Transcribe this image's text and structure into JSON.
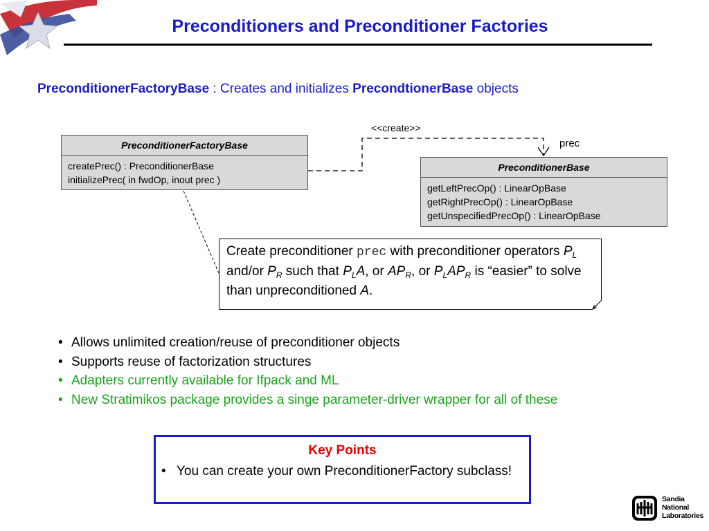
{
  "slide": {
    "title": "Preconditioners and Preconditioner Factories",
    "subtitle": {
      "class1": "PreconditionerFactoryBase",
      "text1": " : Creates and initializes ",
      "class2": "PrecondtionerBase",
      "text2": " objects"
    }
  },
  "diagram": {
    "factory_class": {
      "name": "PreconditionerFactoryBase",
      "methods": [
        "createPrec() : PreconditionerBase",
        "initializePrec( in fwdOp, inout prec )"
      ]
    },
    "base_class": {
      "name": "PreconditionerBase",
      "methods": [
        "getLeftPrecOp() : LinearOpBase",
        "getRightPrecOp() : LinearOpBase",
        "getUnspecifiedPrecOp() : LinearOpBase"
      ]
    },
    "create_label": "<<create>>",
    "prec_label": "prec",
    "note": {
      "t1": "Create preconditioner ",
      "code": "prec",
      "t2": " with preconditioner operators ",
      "p": "P",
      "sub_l": "L",
      "t3": " and/or ",
      "sub_r": "R",
      "t4": " such that ",
      "a": "A",
      "t5": ", or ",
      "t6": ", or ",
      "t7": " is “easier” to solve than unpreconditioned ",
      "t8": "."
    }
  },
  "bullets": [
    {
      "text": "Allows unlimited creation/reuse of preconditioner objects",
      "color": "#000000"
    },
    {
      "text": "Supports reuse of factorization structures",
      "color": "#000000"
    },
    {
      "text": "Adapters currently available for Ifpack and ML",
      "color": "#19a319"
    },
    {
      "text": "New Stratimikos package provides a singe parameter-driver wrapper for all of these",
      "color": "#19a319"
    }
  ],
  "bullet_glyph": "•",
  "key_points": {
    "title": "Key Points",
    "items": [
      "You can create your own PreconditionerFactory subclass!"
    ]
  },
  "logo": {
    "lines": [
      "Sandia",
      "National",
      "Laboratories"
    ],
    "mark_icon": "sandia-thunderbird-icon"
  },
  "colors": {
    "title_blue": "#1a1acc",
    "green": "#19a319",
    "key_red": "#e60000",
    "uml_fill": "#d9d9d9"
  }
}
